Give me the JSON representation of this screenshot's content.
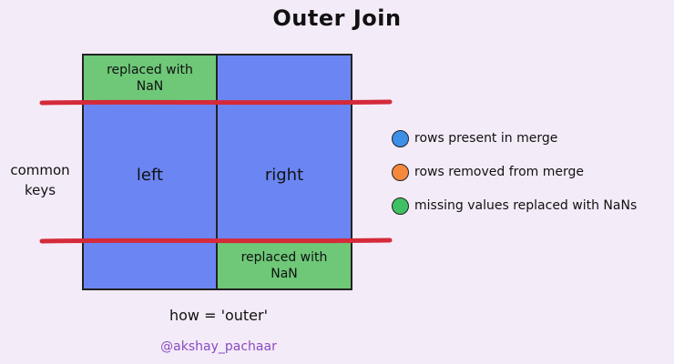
{
  "title": "Outer Join",
  "colors": {
    "background": "#f4ebf8",
    "table": "#6b86f2",
    "filled": "#6ec878",
    "key_line": "#d42a3a",
    "legend_present": "#3d8fe8",
    "legend_removed": "#f5883c",
    "legend_missing": "#3fc063",
    "handle": "#8a4bc2"
  },
  "left_table": {
    "label": "left",
    "replaced_label": "replaced with\nNaN"
  },
  "right_table": {
    "label": "right",
    "replaced_label": "replaced with\nNaN"
  },
  "side_label": "common\nkeys",
  "legend": [
    {
      "label": "rows present in merge",
      "color_key": "legend_present"
    },
    {
      "label": "rows removed from merge",
      "color_key": "legend_removed"
    },
    {
      "label": "missing values replaced with NaNs",
      "color_key": "legend_missing"
    }
  ],
  "caption": "how = 'outer'",
  "handle": "@akshay_pachaar"
}
